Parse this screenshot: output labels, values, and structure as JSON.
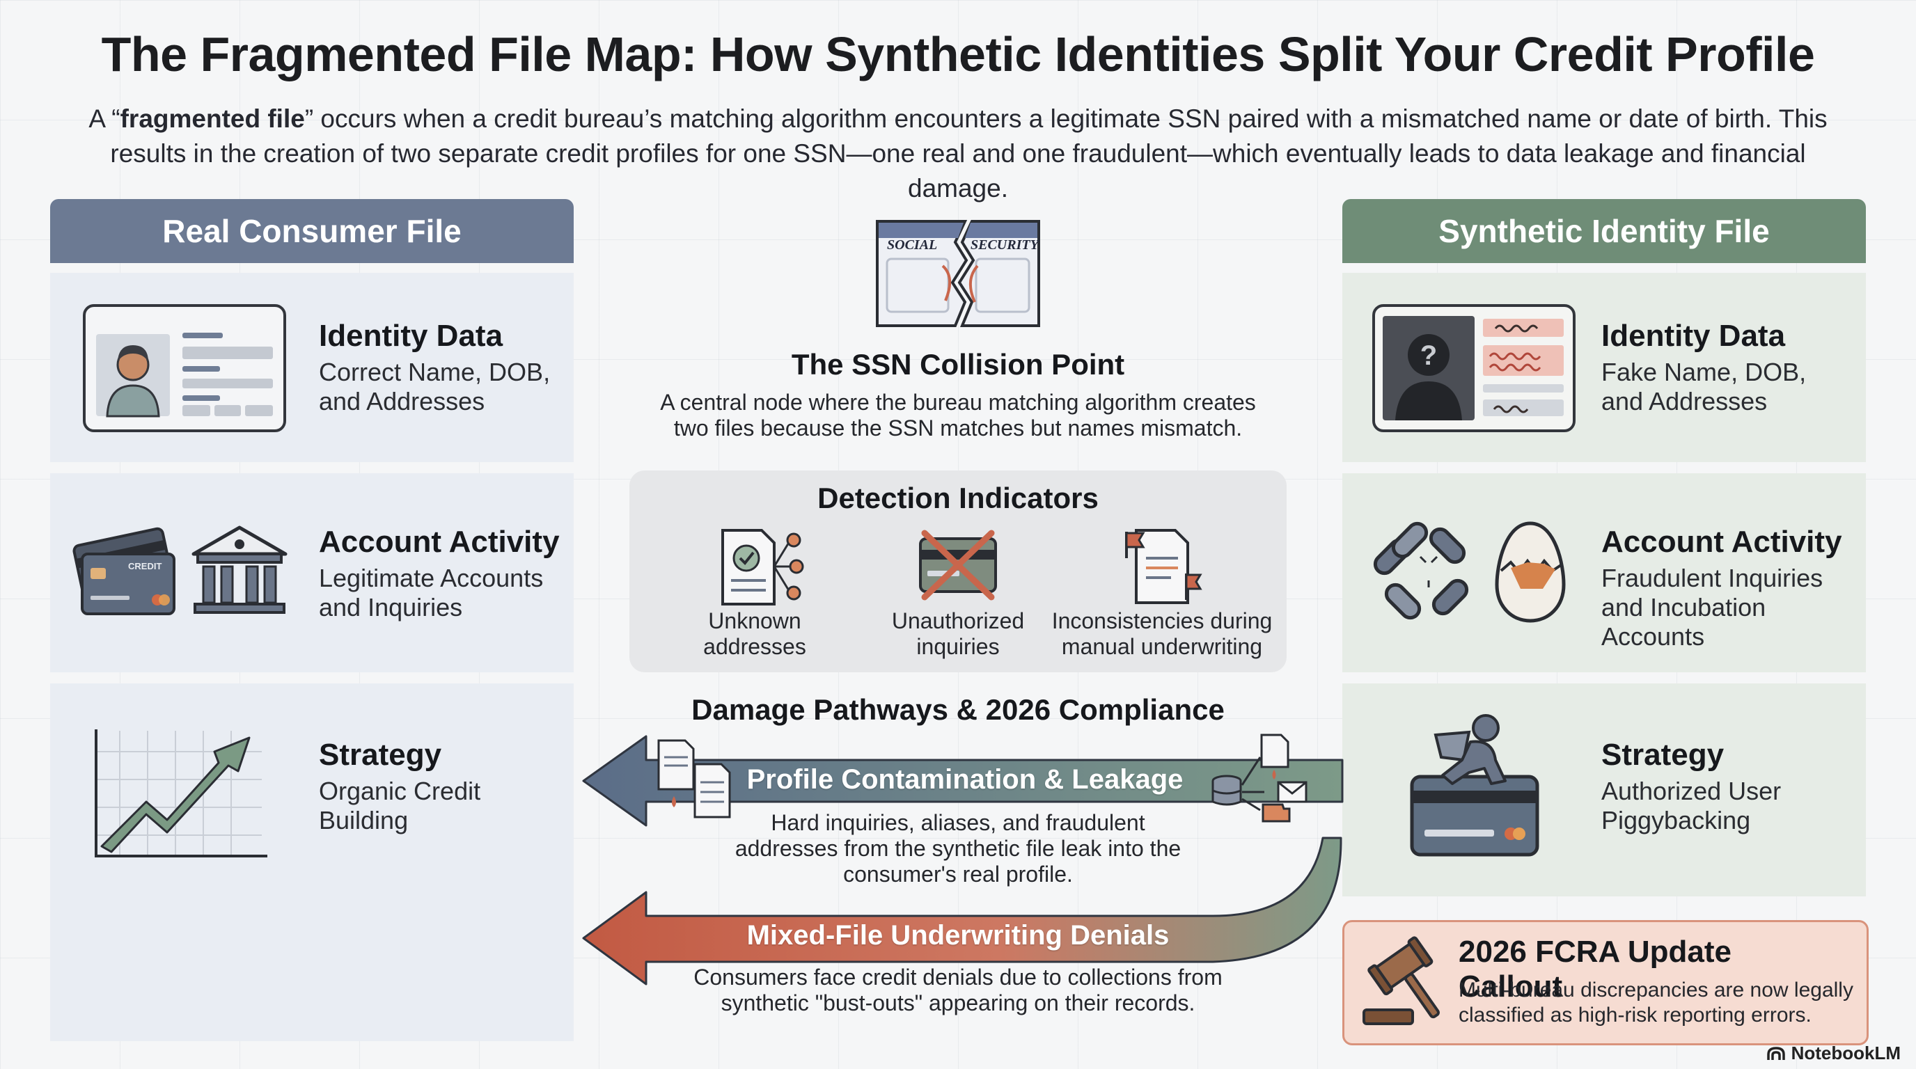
{
  "title": "The Fragmented File Map: How Synthetic Identities Split Your Credit Profile",
  "intro": {
    "prefix": "A “",
    "bold": "fragmented file",
    "rest": "” occurs when a credit bureau’s matching algorithm encounters a legitimate SSN paired with a mismatched name or date of birth. This results in the creation of two separate credit profiles for one SSN—one real and one fraudulent—which eventually leads to data leakage and financial damage."
  },
  "colors": {
    "real_header": "#6c7a93",
    "synthetic_header": "#6f8d77",
    "contamination_arrow": "#5f7189",
    "denial_arrow": "#c9664c",
    "fcra_border": "#d9937c"
  },
  "real": {
    "header": "Real Consumer File",
    "sections": [
      {
        "title": "Identity Data",
        "text": "Correct Name, DOB, and Addresses",
        "icon": "id-card-icon"
      },
      {
        "title": "Account Activity",
        "text": "Legitimate Accounts and Inquiries",
        "icon": "bank-icon",
        "card_label": "CREDIT"
      },
      {
        "title": "Strategy",
        "text": "Organic Credit Building",
        "icon": "growth-chart-icon"
      }
    ]
  },
  "synthetic": {
    "header": "Synthetic Identity File",
    "sections": [
      {
        "title": "Identity Data",
        "text": "Fake Name, DOB, and Addresses",
        "icon": "unknown-person-icon"
      },
      {
        "title": "Account Activity",
        "text": "Fraudulent Inquiries and Incubation Accounts",
        "icon": "broken-chain-icon"
      },
      {
        "title": "Strategy",
        "text": "Authorized User Piggybacking",
        "icon": "piggyback-card-icon"
      }
    ]
  },
  "collision": {
    "card_words": [
      "SOCIAL",
      "SECURITY"
    ],
    "title": "The SSN Collision Point",
    "text": "A central node where the bureau matching algorithm creates two files because the SSN matches but names mismatch."
  },
  "detection": {
    "title": "Detection Indicators",
    "items": [
      {
        "label": "Unknown addresses",
        "icon": "document-check-icon"
      },
      {
        "label": "Unauthorized inquiries",
        "icon": "crossed-card-icon"
      },
      {
        "label": "Inconsistencies during manual underwriting",
        "icon": "flagged-document-icon"
      }
    ]
  },
  "damage": {
    "title": "Damage Pathways & 2026 Compliance",
    "contamination": {
      "label": "Profile Contamination & Leakage",
      "text": "Hard inquiries, aliases, and fraudulent addresses from the synthetic file leak into the consumer's real profile."
    },
    "denials": {
      "label": "Mixed-File Underwriting Denials",
      "text": "Consumers face credit denials due to collections from synthetic \"bust-outs\" appearing on their records."
    }
  },
  "fcra": {
    "title": "2026 FCRA Update Callout",
    "text": "Multi-bureau discrepancies are now legally classified as high-risk reporting errors."
  },
  "brand": "NotebookLM"
}
